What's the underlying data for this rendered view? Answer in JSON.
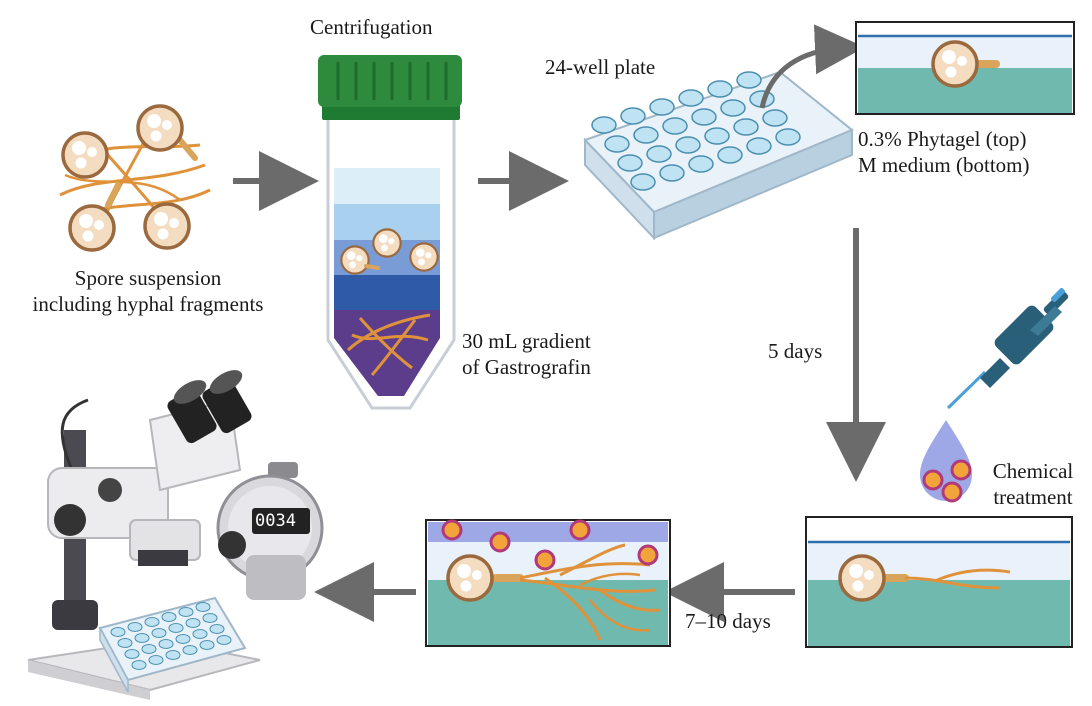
{
  "labels": {
    "spore_line1": "Spore suspension",
    "spore_line2": "including hyphal fragments",
    "centrifugation": "Centrifugation",
    "gradient_line1": "30 mL gradient",
    "gradient_line2": "of Gastrografin",
    "plate": "24-well plate",
    "phytagel": "0.3% Phytagel (top)",
    "medium": "M medium (bottom)",
    "five_days": "5 days",
    "chemical_line1": "Chemical",
    "chemical_line2": "treatment",
    "seven_ten_days": "7–10 days",
    "counter_display": "0034"
  },
  "colors": {
    "arrow": "#6b6b6b",
    "cap": "#2e8b3e",
    "agar_top": "#e9f2fb",
    "medium_bottom": "#6fb9ae",
    "hyphae": "#e0923a",
    "spore_fill": "#f3dcc0",
    "spore_ring": "#9a6a3e",
    "chemical_dot": "#f2a43a",
    "chemical_ring": "#b03a7a",
    "gradient_purple": "#5b3d8c"
  }
}
